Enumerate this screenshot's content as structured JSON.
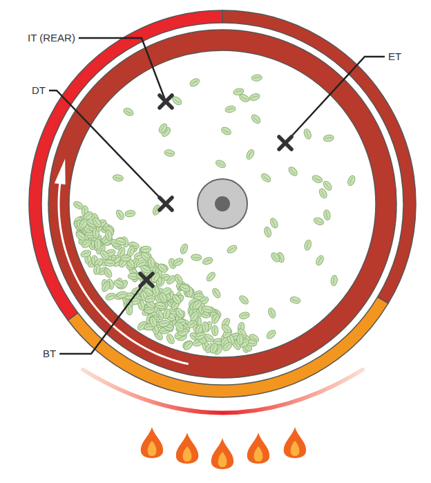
{
  "diagram": {
    "labels": [
      "IT (REAR)",
      "DT",
      "ET",
      "BT"
    ]
  }
}
